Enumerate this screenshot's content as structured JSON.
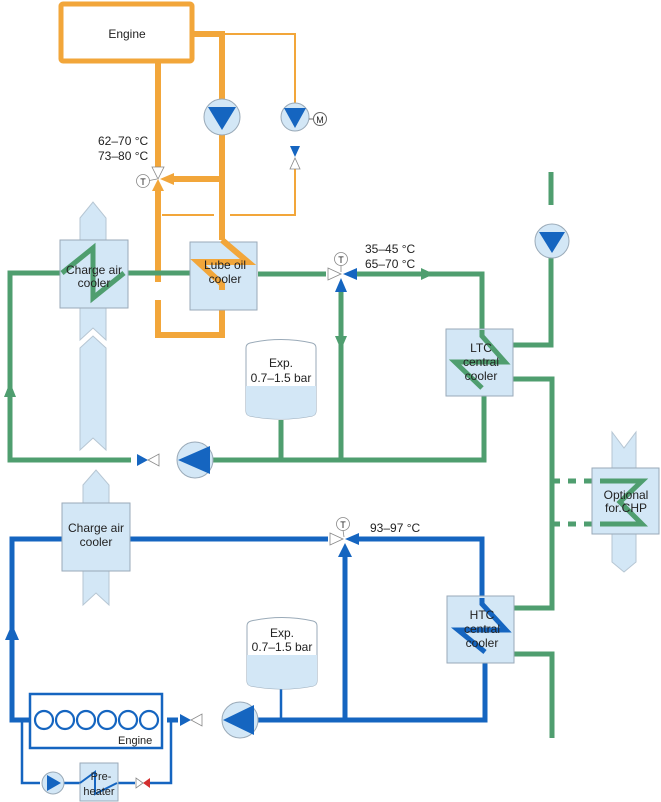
{
  "title": "Engine cooling water circuit schematic",
  "colors": {
    "lube_oil": "#f2a63a",
    "low_temp_circuit": "#4f9e6f",
    "high_temp_circuit": "#1565c0",
    "component_fill": "#d3e7f6",
    "preheater_valve": "#d32f2f"
  },
  "lube_oil_circuit": {
    "engine_label": "Engine",
    "temperature_line1": "62–70 °C",
    "temperature_line2": "73–80 °C",
    "thermostat_symbol": "T",
    "motor_symbol": "M"
  },
  "low_temp_circuit": {
    "charge_air_cooler_line1": "Charge air",
    "charge_air_cooler_line2": "cooler",
    "lube_oil_cooler_line1": "Lube oil",
    "lube_oil_cooler_line2": "cooler",
    "thermostat_symbol": "T",
    "temperature_line1": "35–45 °C",
    "temperature_line2": "65–70 °C",
    "expansion_tank_line1": "Exp.",
    "expansion_tank_line2": "0.7–1.5 bar",
    "central_cooler_line1": "LTC",
    "central_cooler_line2": "central",
    "central_cooler_line3": "cooler"
  },
  "optional": {
    "line1": "Optional",
    "line2": "for.CHP"
  },
  "high_temp_circuit": {
    "charge_air_cooler_line1": "Charge air",
    "charge_air_cooler_line2": "cooler",
    "thermostat_symbol": "T",
    "temperature": "93–97 °C",
    "expansion_tank_line1": "Exp.",
    "expansion_tank_line2": "0.7–1.5 bar",
    "central_cooler_line1": "HTC",
    "central_cooler_line2": "central",
    "central_cooler_line3": "cooler",
    "engine_label": "Engine",
    "cylinder_count": 6,
    "preheater_line1": "Pre-",
    "preheater_line2": "heater"
  }
}
